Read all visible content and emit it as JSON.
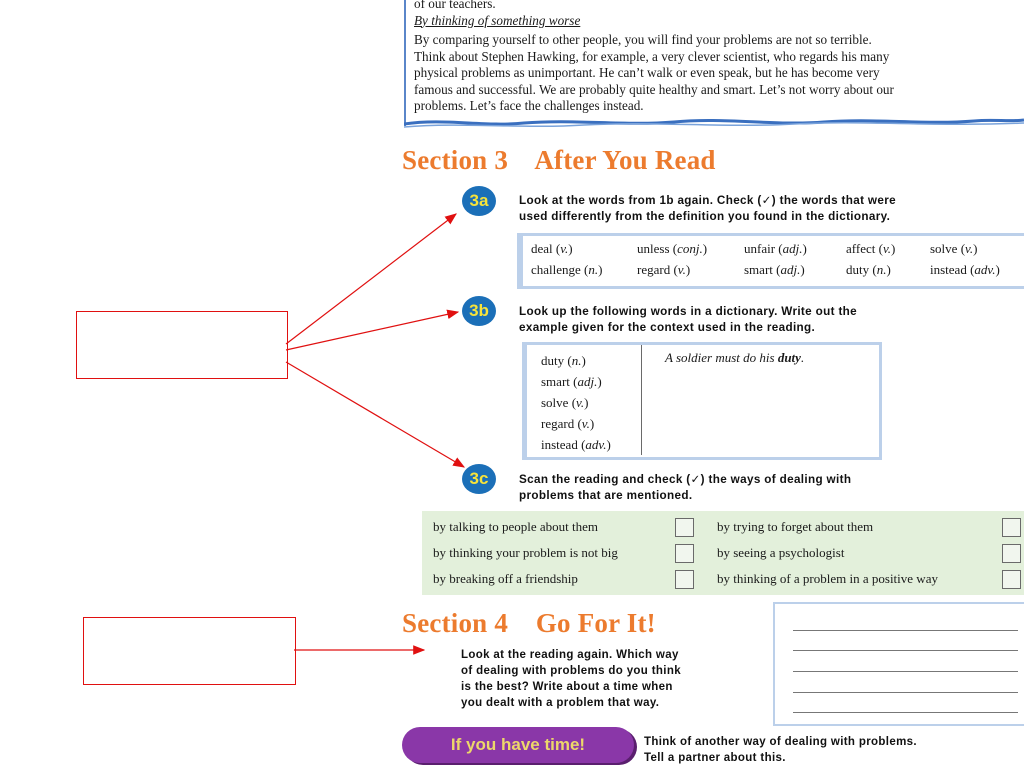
{
  "reading": {
    "line0": "of our teachers.",
    "heading": "By thinking of something worse",
    "lines": [
      "  By comparing yourself to other people, you will find your problems are not so terrible.",
      "Think about Stephen Hawking, for example, a very clever scientist, who regards his many",
      "physical problems as unimportant.  He can’t walk or even speak, but he has become very",
      "famous and successful.  We are probably quite healthy and smart.  Let’s not worry about our",
      "problems.  Let’s face the challenges instead."
    ]
  },
  "section3": {
    "title": "Section 3    After You Read",
    "ex3a": {
      "badge": "3a",
      "instruction_line1": "Look at the words from 1b again. Check (✓) the words that were",
      "instruction_line2": "used differently from the definition you found in the dictionary.",
      "words": [
        {
          "word": "deal",
          "pos": "v."
        },
        {
          "word": "unless",
          "pos": "conj."
        },
        {
          "word": "unfair ",
          "pos": "adj."
        },
        {
          "word": "affect",
          "pos": "v."
        },
        {
          "word": "solve",
          "pos": "v."
        },
        {
          "word": "challenge",
          "pos": "n."
        },
        {
          "word": "regard",
          "pos": "v."
        },
        {
          "word": "smart",
          "pos": "adj."
        },
        {
          "word": "duty",
          "pos": "n."
        },
        {
          "word": "instead",
          "pos": "adv."
        }
      ]
    },
    "ex3b": {
      "badge": "3b",
      "instruction_line1": "Look up the following words in a dictionary. Write out the",
      "instruction_line2": "example given for the context used in the reading.",
      "words": [
        {
          "word": "duty",
          "pos": "n."
        },
        {
          "word": "smart",
          "pos": "adj."
        },
        {
          "word": "solve",
          "pos": "v."
        },
        {
          "word": "regard",
          "pos": "v."
        },
        {
          "word": "instead",
          "pos": "adv."
        }
      ],
      "example_pre": "A soldier must do his ",
      "example_bold": "duty",
      "example_post": "."
    },
    "ex3c": {
      "badge": "3c",
      "instruction_line1": "Scan the reading and check (✓) the ways of dealing with",
      "instruction_line2": "problems that are mentioned.",
      "options_left": [
        "by talking to people about them",
        "by thinking your problem is not big",
        "by breaking off a friendship"
      ],
      "options_right": [
        "by trying to forget about them",
        "by seeing a psychologist",
        "by thinking of a problem in a positive way"
      ]
    }
  },
  "section4": {
    "title": "Section 4    Go For It!",
    "instruction_lines": [
      "Look at the reading again.  Which way",
      "of dealing with problems do you think",
      "is the best? Write about a time when",
      "you dealt with a problem that way."
    ]
  },
  "extra": {
    "pill": "If you have time!",
    "line1": "Think of another way of dealing with problems.",
    "line2": "Tell a partner about this."
  },
  "colors": {
    "accent_orange": "#ec7b2e",
    "badge_blue": "#1b6fb8",
    "frame_blue": "#bcd0ea",
    "green_panel": "#e3f0db",
    "pill_purple": "#8a37a8",
    "annotation_red": "#e01010"
  }
}
